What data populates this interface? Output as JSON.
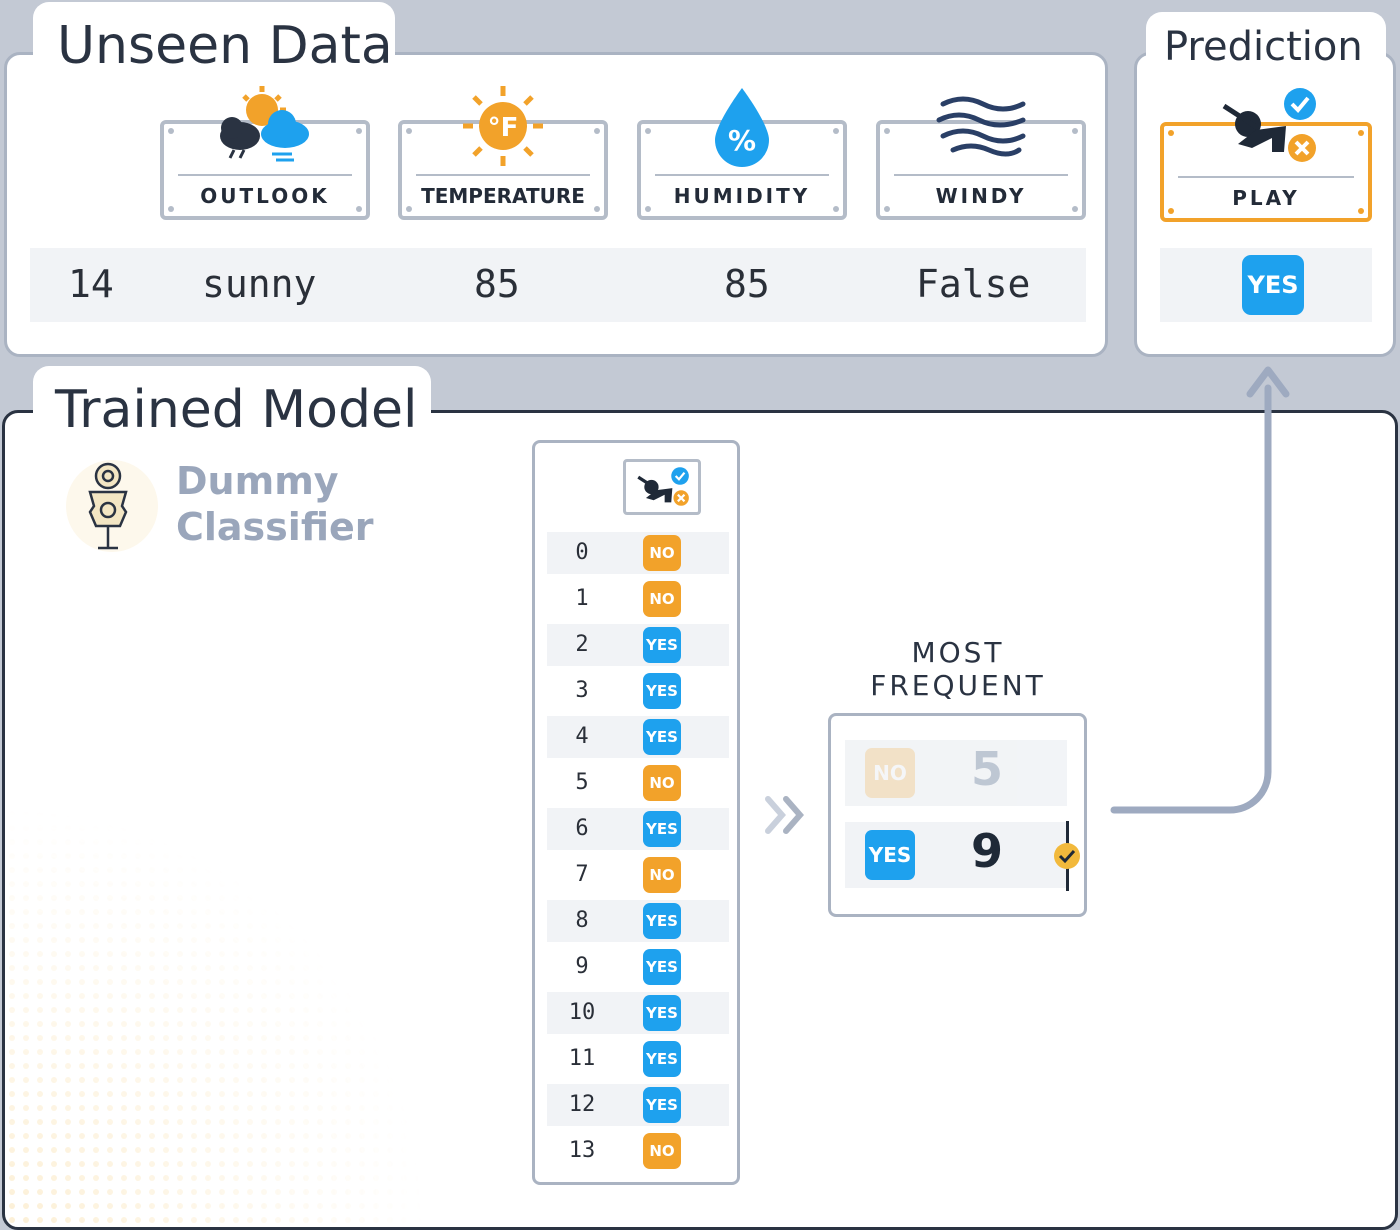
{
  "unseen": {
    "title": "Unseen Data",
    "features": [
      {
        "label": "OUTLOOK",
        "icon": "weather-icon"
      },
      {
        "label": "TEMPERATURE",
        "icon": "thermometer-sun-icon"
      },
      {
        "label": "HUMIDITY",
        "icon": "humidity-drop-icon"
      },
      {
        "label": "WINDY",
        "icon": "wind-icon"
      }
    ],
    "row": {
      "index": "14",
      "outlook": "sunny",
      "temperature": "85",
      "humidity": "85",
      "windy": "False"
    }
  },
  "prediction": {
    "title": "Prediction",
    "label": "PLAY",
    "value": "YES"
  },
  "model": {
    "title": "Trained Model",
    "name_line1": "Dummy",
    "name_line2": "Classifier",
    "labels": [
      {
        "idx": "0",
        "val": "NO"
      },
      {
        "idx": "1",
        "val": "NO"
      },
      {
        "idx": "2",
        "val": "YES"
      },
      {
        "idx": "3",
        "val": "YES"
      },
      {
        "idx": "4",
        "val": "YES"
      },
      {
        "idx": "5",
        "val": "NO"
      },
      {
        "idx": "6",
        "val": "YES"
      },
      {
        "idx": "7",
        "val": "NO"
      },
      {
        "idx": "8",
        "val": "YES"
      },
      {
        "idx": "9",
        "val": "YES"
      },
      {
        "idx": "10",
        "val": "YES"
      },
      {
        "idx": "11",
        "val": "YES"
      },
      {
        "idx": "12",
        "val": "YES"
      },
      {
        "idx": "13",
        "val": "NO"
      }
    ],
    "most_frequent": {
      "heading_line1": "MOST",
      "heading_line2": "FREQUENT",
      "no_label": "NO",
      "no_count": "5",
      "yes_label": "YES",
      "yes_count": "9"
    }
  },
  "colors": {
    "yes": "#1ea1ee",
    "no": "#f2a22a",
    "accent": "#f2a22a",
    "frame": "#aab3c2"
  }
}
